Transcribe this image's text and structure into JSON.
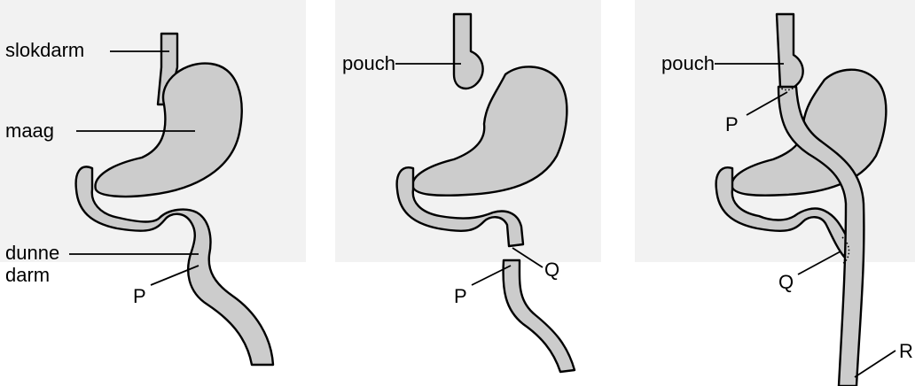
{
  "panels": [
    {
      "id": "normal",
      "labels": {
        "esophagus": "slokdarm",
        "stomach": "maag",
        "small_intestine_line1": "dunne",
        "small_intestine_line2": "darm",
        "cut_p": "P"
      }
    },
    {
      "id": "cut",
      "labels": {
        "pouch": "pouch",
        "cut_q": "Q",
        "cut_p": "P"
      }
    },
    {
      "id": "bypass",
      "labels": {
        "pouch": "pouch",
        "cut_p": "P",
        "cut_q": "Q",
        "cut_r": "R"
      }
    }
  ],
  "colors": {
    "organ_fill": "#cccccc",
    "outline": "#000000",
    "background": "#ffffff"
  }
}
